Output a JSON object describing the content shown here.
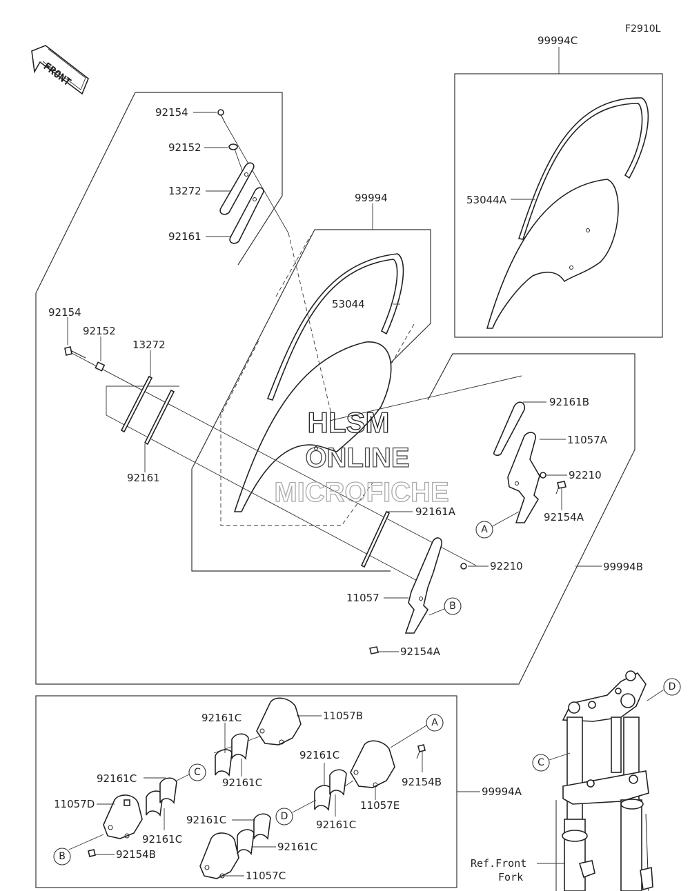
{
  "figure_code": "F2910L",
  "front_badge": "FRONT",
  "watermark": {
    "line1": "HLSM",
    "line2": "ONLINE",
    "line3": "MICROFICHE"
  },
  "ref_note": {
    "line1": "Ref.Front",
    "line2": "Fork"
  },
  "callouts": {
    "a1": "A",
    "a2": "A",
    "b1": "B",
    "b2": "B",
    "c1": "C",
    "c2": "C",
    "d1": "D",
    "d2": "D"
  },
  "labels": {
    "p99994C": "99994C",
    "p53044A": "53044A",
    "p99994": "99994",
    "p53044": "53044",
    "p92154_top": "92154",
    "p92152_top": "92152",
    "p13272_top": "13272",
    "p92161_top": "92161",
    "p92154_left": "92154",
    "p92152_left": "92152",
    "p13272_left": "13272",
    "p92161_left": "92161",
    "p92161B": "92161B",
    "p11057A": "11057A",
    "p92210_a": "92210",
    "p92154A_a": "92154A",
    "p92161A": "92161A",
    "p92210_b": "92210",
    "p99994B": "99994B",
    "p11057": "11057",
    "p92154A_b": "92154A",
    "p92161C_1": "92161C",
    "p11057B": "11057B",
    "p92161C_2": "92161C",
    "p92161C_3": "92161C",
    "p92161C_4": "92161C",
    "p92154B_a": "92154B",
    "p11057D": "11057D",
    "p92161C_5": "92161C",
    "p92161C_6": "92161C",
    "p11057E": "11057E",
    "p99994A": "99994A",
    "p92154B_b": "92154B",
    "p92161C_7": "92161C",
    "p92161C_8": "92161C",
    "p11057C": "11057C"
  }
}
